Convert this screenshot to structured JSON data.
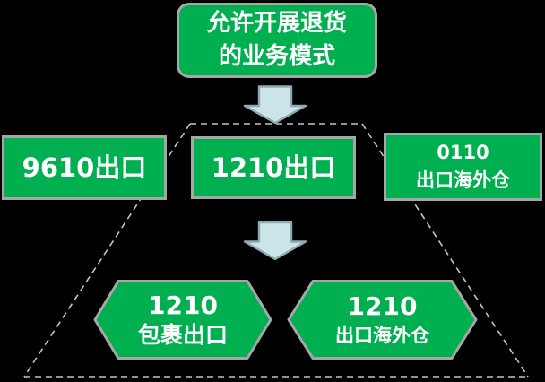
{
  "canvas": {
    "bg": "#000000",
    "shape_fill": "#00B050",
    "shape_border": "#A6A6A6",
    "arrow_fill": "#CBE4E8",
    "arrow_border": "#8FAAB0",
    "dash_color": "#B8C8CD",
    "text_color": "#FFFFFF"
  },
  "top_box": {
    "line1": "允许开展退货",
    "line2": "的业务模式"
  },
  "row_boxes": [
    {
      "label": "9610出口"
    },
    {
      "label": "1210出口"
    },
    {
      "line1": "0110",
      "line2": "出口海外仓"
    }
  ],
  "hexagons": [
    {
      "line1": "1210",
      "line2": "包裹出口"
    },
    {
      "line1": "1210",
      "line2": "出口海外仓"
    }
  ],
  "icons": {
    "arrow_top": "block-down-arrow",
    "arrow_bottom": "block-down-arrow"
  }
}
